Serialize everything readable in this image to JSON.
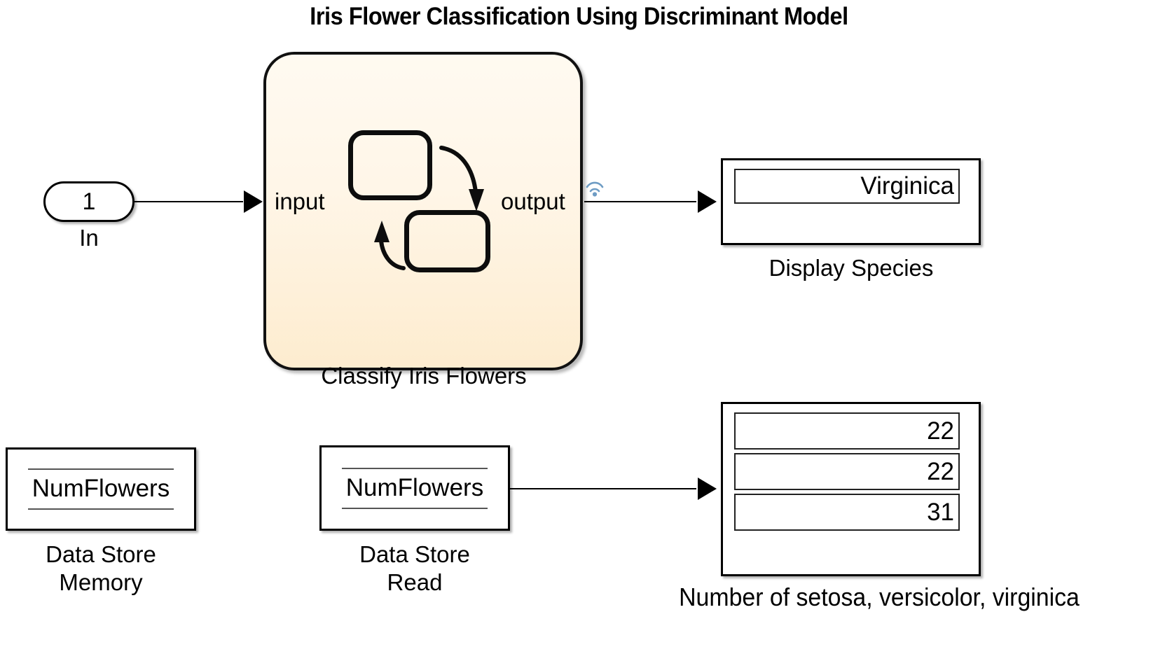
{
  "title": "Iris Flower Classification Using Discriminant Model",
  "blocks": {
    "inport": {
      "port_number": "1",
      "label": "In"
    },
    "chart": {
      "label": "Classify Iris Flowers",
      "input_port_label": "input",
      "output_port_label": "output",
      "badge_icon": "signal-logging-icon",
      "fill_top_color": "#FFFAF1",
      "fill_bottom_color": "#FDECCF",
      "border_color": "#111111"
    },
    "display_species": {
      "label": "Display Species",
      "value": "Virginica"
    },
    "display_counts": {
      "label": "Number of setosa, versicolor, virginica",
      "values": [
        "22",
        "22",
        "31"
      ]
    },
    "data_store_memory": {
      "name": "NumFlowers",
      "label": "Data Store\nMemory"
    },
    "data_store_read": {
      "name": "NumFlowers",
      "label": "Data Store\nRead"
    }
  }
}
